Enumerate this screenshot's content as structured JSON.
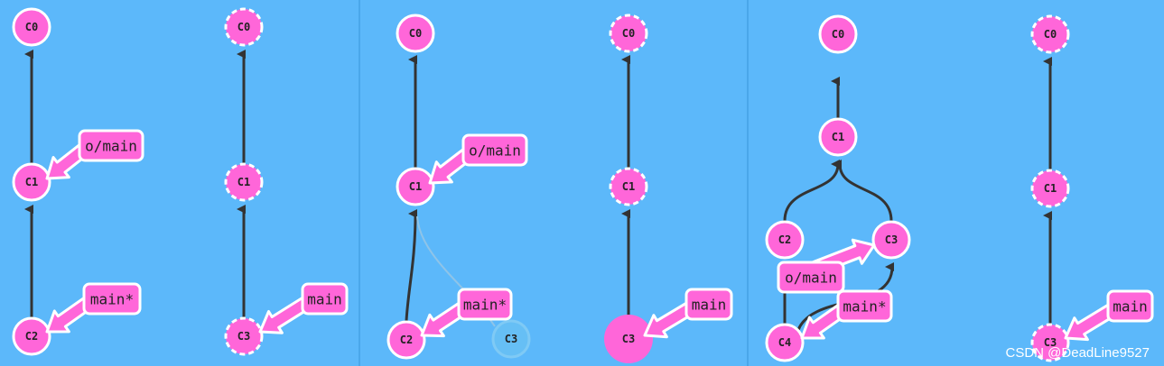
{
  "colors": {
    "background": "#5cb8fa",
    "node_fill": "#ff66d9",
    "node_stroke": "#ffffff",
    "edge": "#333333",
    "ghost_edge": "#8fc4e8",
    "ghost_node_fill": "#66bff5",
    "ghost_node_stroke": "#7fcaf5",
    "ghost_text": "#3a96d6",
    "label_fill": "#ff66d9",
    "label_stroke": "#ffffff",
    "arrow_fill": "#ff66d9",
    "arrow_stroke": "#ffffff",
    "text": "#222222"
  },
  "panels": [
    {
      "id": "panel-1",
      "local": {
        "commits": [
          "C0",
          "C1",
          "C2"
        ],
        "branches": [
          "o/main",
          "main*"
        ]
      },
      "remote": {
        "commits": [
          "C0",
          "C1",
          "C3"
        ],
        "branches": [
          "main"
        ]
      }
    },
    {
      "id": "panel-2",
      "local": {
        "commits": [
          "C0",
          "C1",
          "C2",
          "C3"
        ],
        "branches": [
          "o/main",
          "main*"
        ]
      },
      "remote": {
        "commits": [
          "C0",
          "C1",
          "C3"
        ],
        "branches": [
          "main"
        ]
      }
    },
    {
      "id": "panel-3",
      "local": {
        "commits": [
          "C0",
          "C1",
          "C2",
          "C3",
          "C4"
        ],
        "branches": [
          "o/main",
          "main*"
        ]
      },
      "remote": {
        "commits": [
          "C0",
          "C1",
          "C3"
        ],
        "branches": [
          "main"
        ]
      }
    }
  ],
  "watermark": "CSDN @DeadLine9527"
}
